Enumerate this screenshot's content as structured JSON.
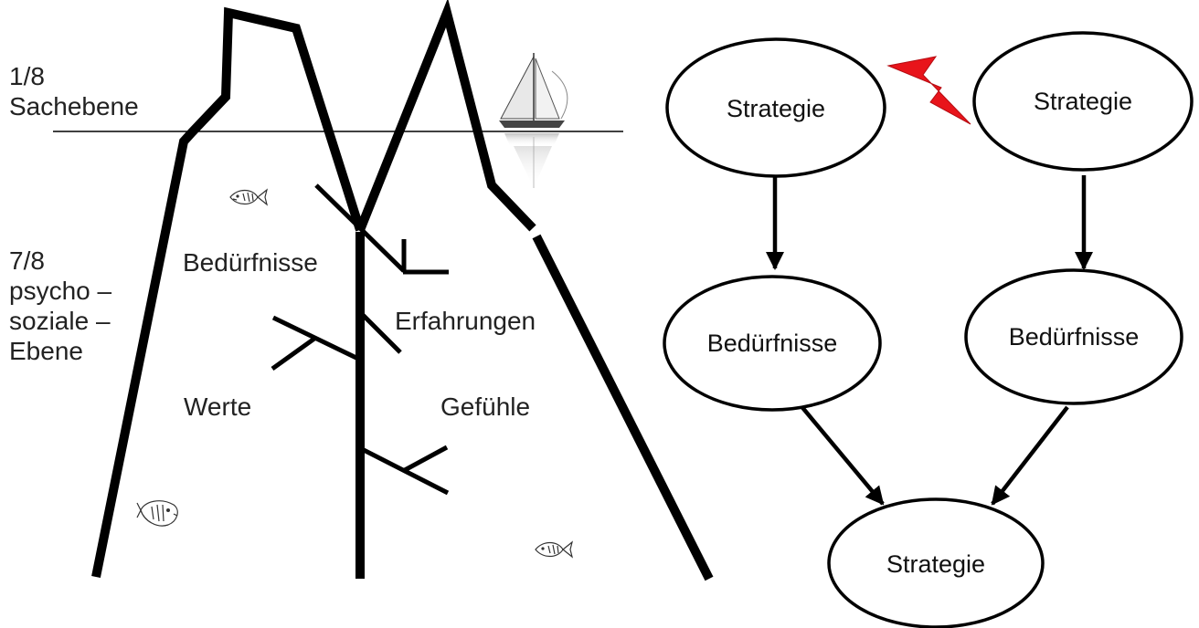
{
  "iceberg": {
    "label_top_fraction": "1/8",
    "label_top_level": "Sachebene",
    "label_bottom_fraction": "7/8",
    "label_bottom_line1": "psycho –",
    "label_bottom_line2": "soziale –",
    "label_bottom_line3": "Ebene",
    "tree_labels": {
      "needs": "Bedürfnisse",
      "experiences": "Erfahrungen",
      "values": "Werte",
      "feelings": "Gefühle"
    }
  },
  "flow": {
    "nodes": {
      "strategy_left": "Strategie",
      "strategy_right": "Strategie",
      "needs_left": "Bedürfnisse",
      "needs_right": "Bedürfnisse",
      "strategy_bottom": "Strategie"
    },
    "conflict_color": "#e8141b"
  },
  "icons": [
    "sailboat-icon",
    "fish-icon",
    "lightning-icon"
  ]
}
